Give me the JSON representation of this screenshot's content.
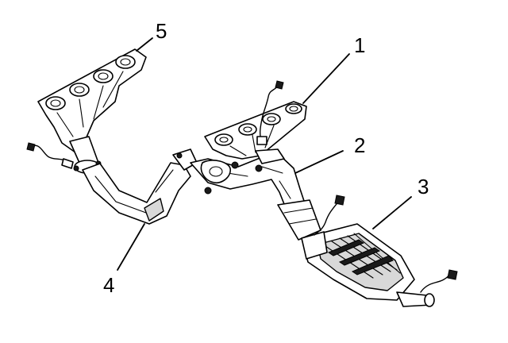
{
  "diagram": {
    "callouts": [
      {
        "id": "1",
        "label": "1"
      },
      {
        "id": "2",
        "label": "2"
      },
      {
        "id": "3",
        "label": "3"
      },
      {
        "id": "4",
        "label": "4"
      },
      {
        "id": "5",
        "label": "5"
      }
    ],
    "colors": {
      "line": "#000000",
      "background": "#ffffff",
      "shade": "#d8d8d8"
    }
  }
}
